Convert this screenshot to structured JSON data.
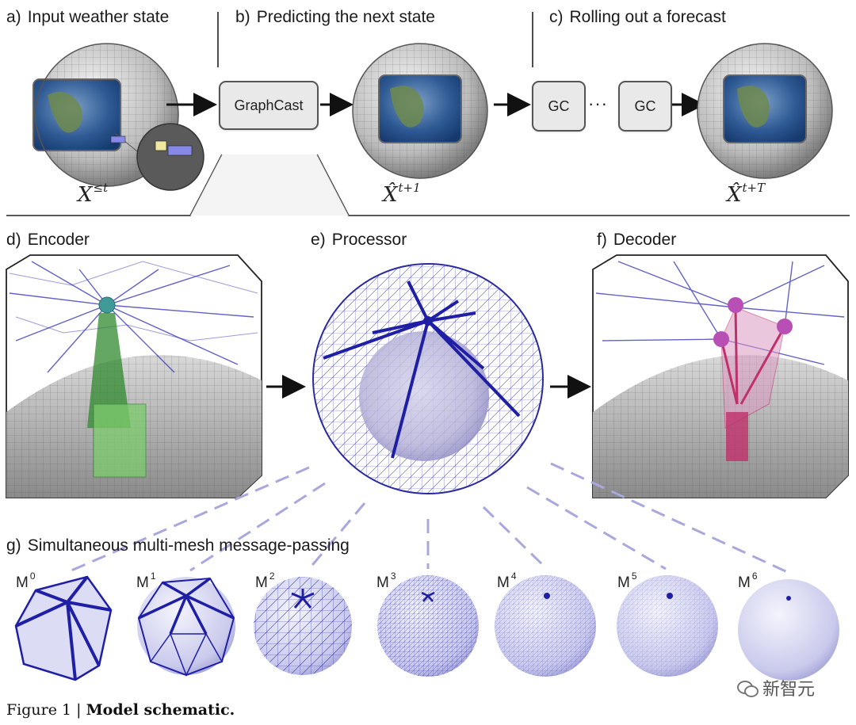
{
  "panels": {
    "a": {
      "letter": "a)",
      "title": "Input weather state",
      "math": "X",
      "math_sup": "≤t"
    },
    "b": {
      "letter": "b)",
      "title": "Predicting the next state",
      "box": "GraphCast",
      "math": "X̂",
      "math_sup": "t+1"
    },
    "c": {
      "letter": "c)",
      "title": "Rolling out a forecast",
      "box1": "GC",
      "dots": "···",
      "box2": "GC",
      "math": "X̂",
      "math_sup": "t+T"
    },
    "d": {
      "letter": "d)",
      "title": "Encoder"
    },
    "e": {
      "letter": "e)",
      "title": "Processor"
    },
    "f": {
      "letter": "f)",
      "title": "Decoder"
    },
    "g": {
      "letter": "g)",
      "title": "Simultaneous multi-mesh message-passing"
    }
  },
  "meshes": [
    {
      "base": "M",
      "sup": "0"
    },
    {
      "base": "M",
      "sup": "1"
    },
    {
      "base": "M",
      "sup": "2"
    },
    {
      "base": "M",
      "sup": "3"
    },
    {
      "base": "M",
      "sup": "4"
    },
    {
      "base": "M",
      "sup": "5"
    },
    {
      "base": "M",
      "sup": "6"
    }
  ],
  "caption": {
    "prefix": "Figure 1 | ",
    "bold": "Model schematic."
  },
  "watermark": "新智元",
  "colors": {
    "mesh_blue": "#3b3bb8",
    "encoder_green": "#2f8a2f",
    "decoder_pink": "#c0306a",
    "box_fill": "#e9e9e9"
  }
}
